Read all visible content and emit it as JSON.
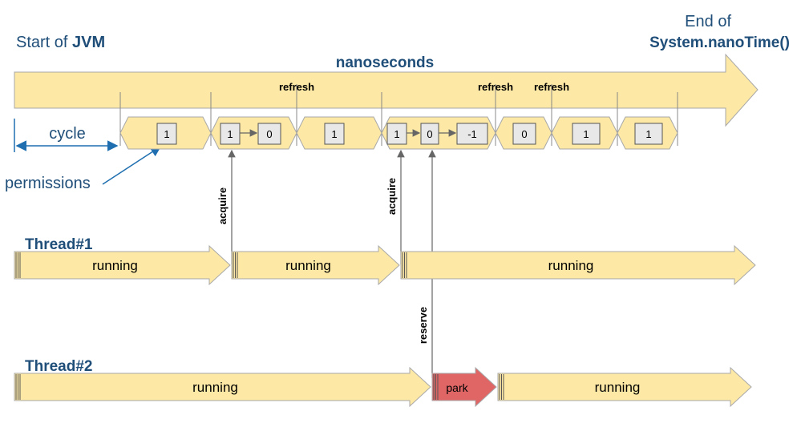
{
  "header": {
    "start_prefix": "Start of ",
    "start_bold": "JVM",
    "end_line1": "End of",
    "end_line2": "System.nanoTime()",
    "axis_label": "nanoseconds"
  },
  "timeline": {
    "cycle_label": "cycle",
    "permissions_label": "permissions",
    "refresh_label": "refresh",
    "cycles": [
      {
        "values": [
          "1"
        ]
      },
      {
        "values": [
          "1",
          "0"
        ]
      },
      {
        "values": [
          "1"
        ]
      },
      {
        "values": [
          "1",
          "0",
          "-1"
        ]
      },
      {
        "values": [
          "0"
        ]
      },
      {
        "values": [
          "1"
        ]
      },
      {
        "values": [
          "1"
        ]
      }
    ]
  },
  "events": {
    "acquire_label": "acquire",
    "reserve_label": "reserve"
  },
  "thread1": {
    "name": "Thread#1",
    "segments": [
      "running",
      "running",
      "running"
    ]
  },
  "thread2": {
    "name": "Thread#2",
    "segments": [
      "running",
      "park",
      "running"
    ]
  },
  "colors": {
    "arrow_fill": "#fde9a5",
    "arrow_stroke": "#a8a8a8",
    "park_fill": "#e06666",
    "title_blue": "#1f4e79",
    "cell_fill": "#e8e8e8"
  }
}
